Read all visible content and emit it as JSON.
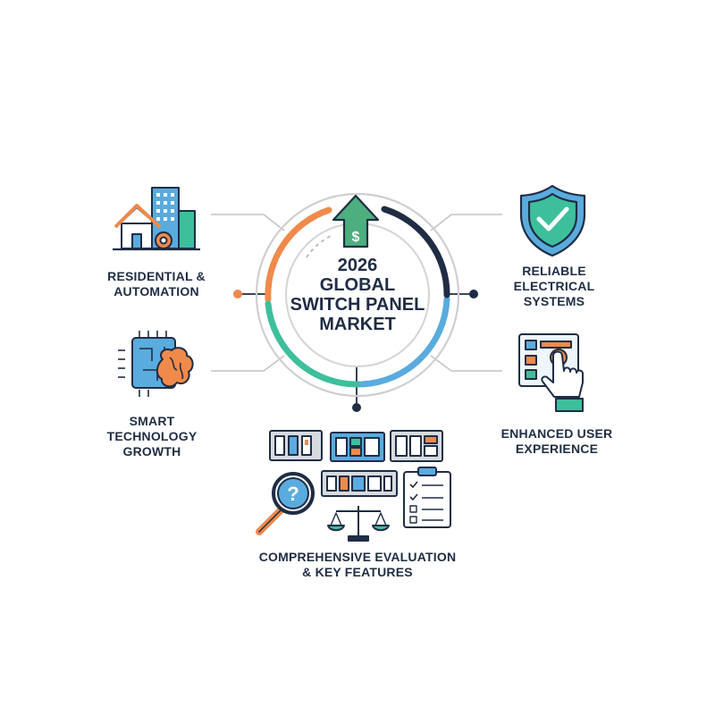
{
  "center": {
    "lines": [
      "2026",
      "GLOBAL",
      "SWITCH PANEL",
      "MARKET"
    ],
    "icon": "dollar-arrow-up-icon"
  },
  "nodes": {
    "residential": {
      "line1": "RESIDENTIAL &",
      "line2": "AUTOMATION",
      "icon": "house-buildings-gear-icon"
    },
    "smart_tech": {
      "line1": "SMART",
      "line2": "TECHNOLOGY",
      "line3": "GROWTH",
      "icon": "chip-brain-icon"
    },
    "reliable": {
      "line1": "RELIABLE",
      "line2": "ELECTRICAL",
      "line3": "SYSTEMS",
      "icon": "shield-check-icon"
    },
    "user_experience": {
      "line1": "ENHANCED USER",
      "line2": "EXPERIENCE",
      "icon": "touch-panel-icon"
    },
    "evaluation": {
      "line1": "COMPREHENSIVE EVALUATION",
      "line2": "& KEY FEATURES",
      "icon": "panels-magnifier-scale-checklist-icon"
    }
  },
  "colors": {
    "navy": "#1f2d44",
    "orange": "#f08a4b",
    "teal": "#3dbf9c",
    "blue": "#5aabde",
    "green": "#4caf7d",
    "gray_line": "#c4c4c4"
  }
}
